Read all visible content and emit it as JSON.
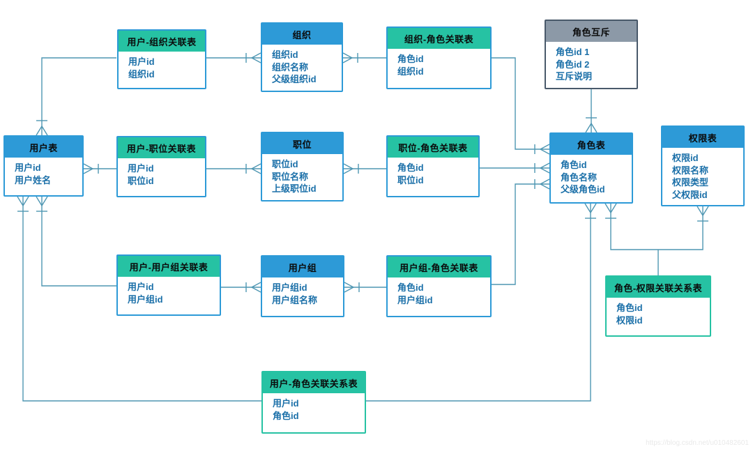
{
  "tables": {
    "userOrg": {
      "title": "用户-组织关联表",
      "fields": [
        "用户id",
        "组织id"
      ]
    },
    "org": {
      "title": "组织",
      "fields": [
        "组织id",
        "组织名称",
        "父级组织id"
      ]
    },
    "orgRole": {
      "title": "组织-角色关联表",
      "fields": [
        "角色id",
        "组织id"
      ]
    },
    "roleExcl": {
      "title": "角色互斥",
      "fields": [
        "角色id 1",
        "角色id 2",
        "互斥说明"
      ]
    },
    "user": {
      "title": "用户表",
      "fields": [
        "用户id",
        "用户姓名"
      ]
    },
    "userPos": {
      "title": "用户-职位关联表",
      "fields": [
        "用户id",
        "职位id"
      ]
    },
    "pos": {
      "title": "职位",
      "fields": [
        "职位id",
        "职位名称",
        "上级职位id"
      ]
    },
    "posRole": {
      "title": "职位-角色关联表",
      "fields": [
        "角色id",
        "职位id"
      ]
    },
    "role": {
      "title": "角色表",
      "fields": [
        "角色id",
        "角色名称",
        "父级角色id"
      ]
    },
    "perm": {
      "title": "权限表",
      "fields": [
        "权限id",
        "权限名称",
        "权限类型",
        "父权限id"
      ]
    },
    "userGroupAssoc": {
      "title": "用户-用户组关联表",
      "fields": [
        "用户id",
        "用户组id"
      ]
    },
    "userGroup": {
      "title": "用户组",
      "fields": [
        "用户组id",
        "用户组名称"
      ]
    },
    "groupRole": {
      "title": "用户组-角色关联表",
      "fields": [
        "角色id",
        "用户组id"
      ]
    },
    "rolePerm": {
      "title": "角色-权限关联关系表",
      "fields": [
        "角色id",
        "权限id"
      ]
    },
    "userRole": {
      "title": "用户-角色关联关系表",
      "fields": [
        "用户id",
        "角色id"
      ]
    }
  },
  "colors": {
    "entity_header_blue": "#2d9ad7",
    "assoc_header_teal": "#26c2a3",
    "exclusion_header_gray": "#8c99a7",
    "exclusion_border": "#49596a",
    "green_table_border": "#26c2a3",
    "connector_line": "#4e96b2",
    "field_text": "#1a6fa8",
    "title_text": "#0b0b0b"
  },
  "watermark": {
    "text": "https://blog.csdn.net/u010482601"
  }
}
